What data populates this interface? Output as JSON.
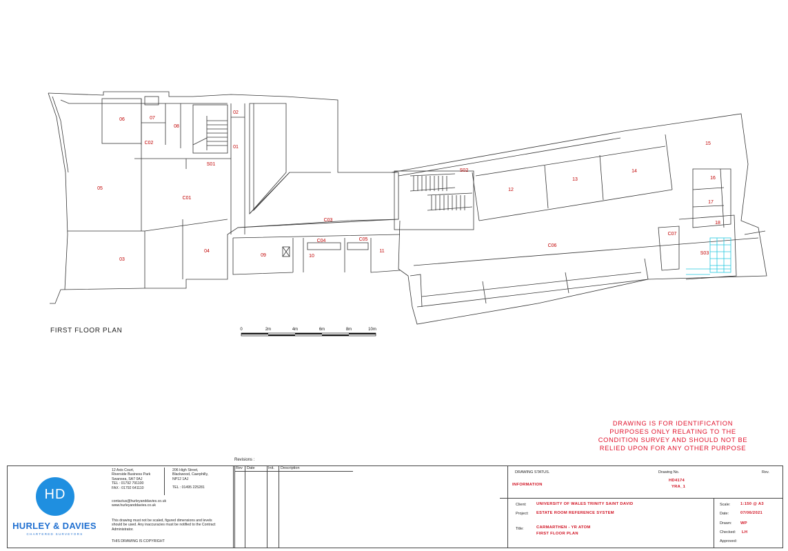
{
  "rooms": [
    "06",
    "07",
    "08",
    "02",
    "C02",
    "01",
    "S01",
    "05",
    "C01",
    "03",
    "04",
    "C03",
    "09",
    "C04",
    "10",
    "C05",
    "11",
    "S02",
    "12",
    "13",
    "14",
    "15",
    "16",
    "17",
    "18",
    "C07",
    "S03",
    "C06"
  ],
  "plan_title": "FIRST FLOOR PLAN",
  "scale_bar": [
    "0",
    "2m",
    "4m",
    "6m",
    "8m",
    "10m"
  ],
  "warning": [
    "DRAWING IS FOR IDENTIFICATION",
    "PURPOSES ONLY RELATING TO THE",
    "CONDITION SURVEY AND SHOULD NOT BE",
    "RELIED UPON FOR ANY OTHER PURPOSE"
  ],
  "logo": {
    "monogram": "HD",
    "name": "HURLEY & DAVIES",
    "subtitle": "CHARTERED SURVEYORS"
  },
  "office1": [
    "12 Axis Court,",
    "Riverside Business Park",
    "Swansea, SA7 0AJ",
    "TEL : 01792 791100",
    "FAX : 01792 641110"
  ],
  "office2": [
    "206 High Street,",
    "Blackwood, Caerphilly,",
    "NP12 1AJ",
    "TEL : 01495 225281"
  ],
  "contact": [
    "contactus@hurleyanddavies.co.uk",
    "www.hurleyanddavies.co.uk"
  ],
  "disclaimer": [
    "This drawing must not be scaled, figured dimensions and levels",
    "should be used. Any inaccuracies must be notified to the Contract",
    "Administrator."
  ],
  "copyright": "THIS DRAWING IS COPYRIGHT",
  "revisions": {
    "label": "Revisions :",
    "cols": [
      "Rev",
      "Date",
      "Init.",
      "Description"
    ]
  },
  "status": {
    "label": "DRAWING STATUS.",
    "value": "INFORMATION"
  },
  "drawing_no": {
    "label": "Drawing No.",
    "value1": "HD4174",
    "value2": "YRA_1"
  },
  "rev_label": "Rev.",
  "client": {
    "label": "Client:",
    "value": "UNIVERSITY OF WALES TRINITY SAINT DAVID"
  },
  "project": {
    "label": "Project:",
    "value": "ESTATE ROOM REFERENCE SYSTEM"
  },
  "title": {
    "label": "Title:",
    "value1": "CARMARTHEN - YR ATOM",
    "value2": "FIRST FLOOR PLAN"
  },
  "scale": {
    "label": "Scale:",
    "value": "1:150 @ A3"
  },
  "date": {
    "label": "Date:",
    "value": "07/06/2021"
  },
  "drawn": {
    "label": "Drawn:",
    "value": "WP"
  },
  "checked": {
    "label": "Checked:",
    "value": "LH"
  },
  "approved": {
    "label": "Approved:",
    "value": ""
  },
  "colors": {
    "label_red": "#c00000",
    "brand_blue": "#1f8fe0",
    "stair_cyan": "#22c8e0"
  }
}
